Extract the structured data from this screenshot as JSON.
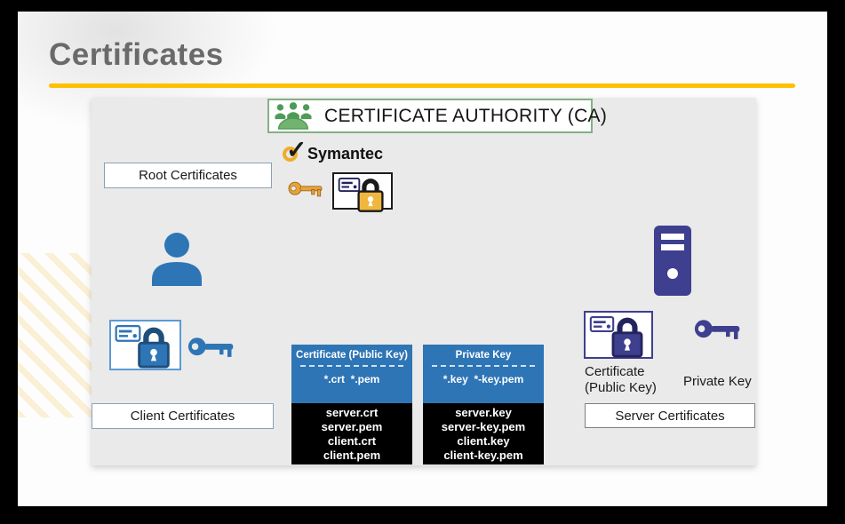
{
  "slide": {
    "title": "Certificates"
  },
  "ca_box": {
    "label": "CERTIFICATE AUTHORITY (CA)"
  },
  "symantec": {
    "name": "Symantec"
  },
  "boxes": {
    "root": "Root Certificates",
    "client": "Client Certificates",
    "server": "Server Certificates"
  },
  "captions": {
    "server_cert_line1": "Certificate",
    "server_cert_line2": "(Public Key)",
    "server_key": "Private Key"
  },
  "tables": {
    "certificate": {
      "title": "Certificate (Public Key)",
      "patterns": "*.crt  *.pem",
      "files": [
        "server.crt",
        "server.pem",
        "client.crt",
        "client.pem"
      ]
    },
    "private_key": {
      "title": "Private Key",
      "patterns": "*.key  *-key.pem",
      "files": [
        "server.key",
        "server-key.pem",
        "client.key",
        "client-key.pem"
      ]
    }
  },
  "icons": {
    "ca_group": "group-of-people-icon",
    "symantec_check": "checkmark-circle-icon",
    "root_key": "gold-key-icon",
    "root_certificate": "gold-certificate-lock-icon",
    "client_user": "person-icon",
    "client_certificate": "blue-certificate-lock-icon",
    "client_key": "blue-key-icon",
    "server_tower": "server-tower-icon",
    "server_certificate": "purple-certificate-lock-icon",
    "server_key": "purple-key-icon"
  },
  "colors": {
    "accent_yellow": "#FFC000",
    "title_gray": "#6A6A6A",
    "blue": "#2E75B6",
    "indigo": "#3F3F8F",
    "green": "#4E9B57",
    "gold": "#E8A33D",
    "table_header": "#2E75B6",
    "table_body": "#000000",
    "panel_gray": "#EAEAEA"
  }
}
